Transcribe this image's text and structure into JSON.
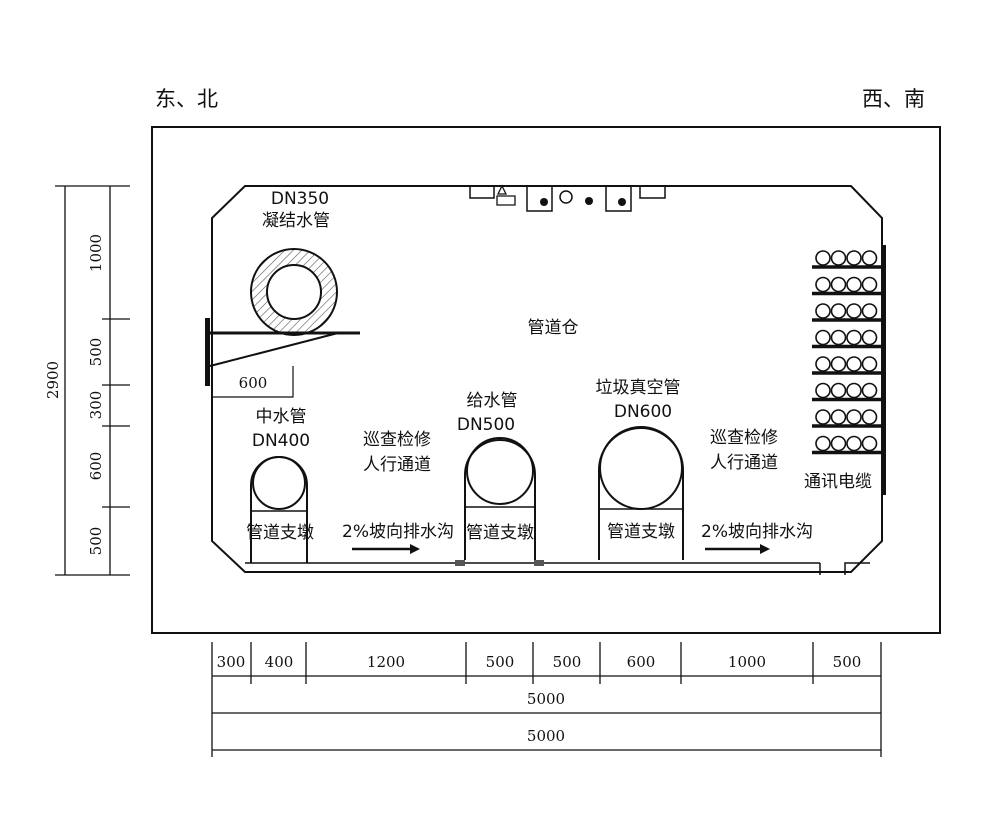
{
  "corners": {
    "left": "东、北",
    "right": "西、南"
  },
  "chamber": {
    "name": "管道仓"
  },
  "pipes": {
    "condensate": {
      "size": "DN350",
      "name": "凝结水管"
    },
    "reclaimed": {
      "name": "中水管",
      "size": "DN400"
    },
    "water_supply": {
      "name": "给水管",
      "size": "DN500"
    },
    "vacuum_waste": {
      "name": "垃圾真空管",
      "size": "DN600"
    }
  },
  "supports": [
    "管道支墩",
    "管道支墩",
    "管道支墩"
  ],
  "walkways": [
    {
      "line1": "巡查检修",
      "line2": "人行通道"
    },
    {
      "line1": "巡查检修",
      "line2": "人行通道"
    }
  ],
  "slopes": [
    "2%坡向排水沟",
    "2%坡向排水沟"
  ],
  "cables": {
    "name": "通讯电缆",
    "tray_count": 8
  },
  "bracket_dim": "600",
  "left_dims": {
    "total": "2900",
    "segments": [
      "1000",
      "500",
      "300",
      "600",
      "500"
    ]
  },
  "bottom_dims": {
    "segments": [
      "300",
      "400",
      "1200",
      "500",
      "500",
      "600",
      "1000",
      "500"
    ],
    "total1": "5000",
    "total2": "5000"
  }
}
